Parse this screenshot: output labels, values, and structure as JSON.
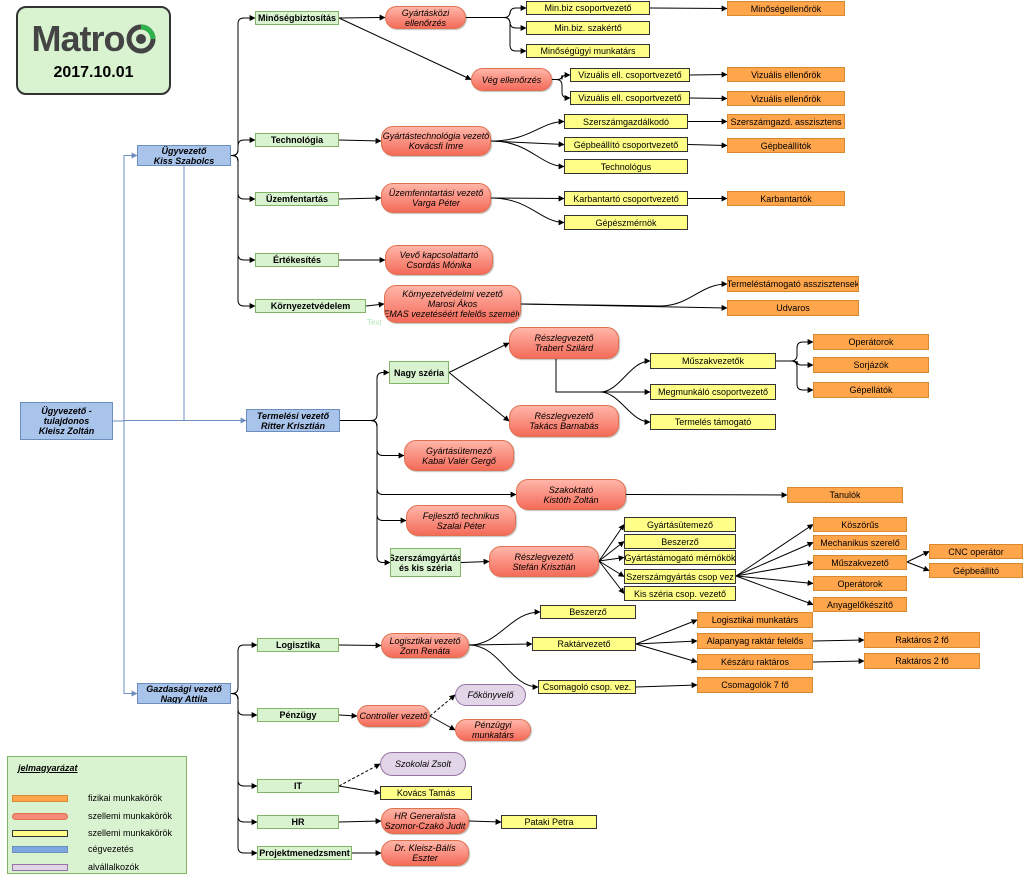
{
  "logo": {
    "brand": "Matro",
    "date": "2017.10.01"
  },
  "legend": {
    "title": "jelmagyarázat",
    "items": [
      {
        "label": "fizikai munkakörök",
        "swatch": "orange"
      },
      {
        "label": "szellemi munkakörök",
        "swatch": "pink"
      },
      {
        "label": "szellemi munkakörök",
        "swatch": "yellow"
      },
      {
        "label": "cégvezetés",
        "swatch": "blue"
      },
      {
        "label": "alvállalkozók",
        "swatch": "purple"
      }
    ]
  },
  "ghost_label": "Text",
  "colors": {
    "yellow": "#ffff88",
    "orange": "#ffa64d",
    "green": "#d9f2d0",
    "blue": "#a9c4eb",
    "pink": "#f46b5a",
    "purple": "#e1d5e7",
    "logo_accent": "#2db34a"
  },
  "nodes": {
    "ceo_owner": {
      "lines": [
        "Ügyvezető -",
        "tulajdonos",
        "Kleisz Zoltán"
      ]
    },
    "ceo": {
      "lines": [
        "Ügyvezető",
        "Kiss Szabolcs"
      ]
    },
    "prod_lead": {
      "lines": [
        "Termelési vezető",
        "Ritter Krisztián"
      ]
    },
    "fin_lead": {
      "lines": [
        "Gazdasági vezető",
        "Nagy Attila"
      ]
    },
    "qa": {
      "lines": [
        "Minőségbiztosítás"
      ]
    },
    "tech": {
      "lines": [
        "Technológia"
      ]
    },
    "maint": {
      "lines": [
        "Üzemfentartás"
      ]
    },
    "sales": {
      "lines": [
        "Értékesítés"
      ]
    },
    "env": {
      "lines": [
        "Környezetvédelem"
      ]
    },
    "qa_inproc": {
      "lines": [
        "Gyártásközi",
        "ellenőrzés"
      ]
    },
    "qa_final": {
      "lines": [
        "Vég ellenőrzés"
      ]
    },
    "qa_groupleader": {
      "lines": [
        "Min.biz csoportvezető"
      ]
    },
    "qa_expert": {
      "lines": [
        "Min.biz. szakértő"
      ]
    },
    "qa_staff": {
      "lines": [
        "Minőségügyi munkatárs"
      ]
    },
    "qa_inspectors": {
      "lines": [
        "Minőségellenőrök"
      ]
    },
    "vis_lead1": {
      "lines": [
        "Vizuális ell. csoportvezető"
      ]
    },
    "vis_lead2": {
      "lines": [
        "Vizuális ell. csoportvezető"
      ]
    },
    "vis_insp1": {
      "lines": [
        "Vizuális ellenőrök"
      ]
    },
    "vis_insp2": {
      "lines": [
        "Vizuális ellenőrök"
      ]
    },
    "tech_lead": {
      "lines": [
        "Gyártástechnológia vezető",
        "Kovácsfi Imre"
      ]
    },
    "tool_mgr": {
      "lines": [
        "Szerszámgazdálkodó"
      ]
    },
    "tool_asst": {
      "lines": [
        "Szerszámgazd. asszisztens"
      ]
    },
    "setup_lead": {
      "lines": [
        "Gépbeállító csoportvezető"
      ]
    },
    "setters": {
      "lines": [
        "Gépbeállítók"
      ]
    },
    "technologist": {
      "lines": [
        "Technológus"
      ]
    },
    "maint_lead": {
      "lines": [
        "Üzemfenntartási vezető",
        "Varga Péter"
      ]
    },
    "maint_group": {
      "lines": [
        "Karbantartó csoportvezető"
      ]
    },
    "maintainers": {
      "lines": [
        "Karbantartók"
      ]
    },
    "mech_eng": {
      "lines": [
        "Gépészmérnök"
      ]
    },
    "customer": {
      "lines": [
        "Vevő kapcsolattartó",
        "Csordás Mónika"
      ]
    },
    "env_lead": {
      "lines": [
        "Környezetvédelmi vezető",
        "Marosi Ákos",
        "EMAS vezetéséért felelős személy"
      ]
    },
    "prod_asst": {
      "lines": [
        "Termeléstámogató asszisztensek"
      ]
    },
    "cleaners": {
      "lines": [
        "Udvaros"
      ]
    },
    "big_series": {
      "lines": [
        "Nagy széria"
      ]
    },
    "dept_trabert": {
      "lines": [
        "Részlegvezető",
        "Trabert Szilárd"
      ]
    },
    "dept_takacs": {
      "lines": [
        "Részlegvezető",
        "Takács Barnabás"
      ]
    },
    "shift_leads": {
      "lines": [
        "Műszakvezetők"
      ]
    },
    "machining_lead": {
      "lines": [
        "Megmunkáló csoportvezető"
      ]
    },
    "prod_support": {
      "lines": [
        "Termelés támogató"
      ]
    },
    "operators": {
      "lines": [
        "Operátorok"
      ]
    },
    "line_workers": {
      "lines": [
        "Sorjázók"
      ]
    },
    "machine_setters": {
      "lines": [
        "Gépellátók"
      ]
    },
    "scheduler": {
      "lines": [
        "Gyártásütemező",
        "Kabai Valér Gergő"
      ]
    },
    "trainer": {
      "lines": [
        "Szakoktató",
        "Kistóth Zoltán"
      ]
    },
    "apprentices": {
      "lines": [
        "Tanulók"
      ]
    },
    "dev_tech": {
      "lines": [
        "Fejlesztő technikus",
        "Szalai Péter"
      ]
    },
    "tool_small": {
      "lines": [
        "Szerszámgyártás",
        "és kis széria"
      ]
    },
    "dept_stefan": {
      "lines": [
        "Részlegvezető",
        "Stefán Krisztián"
      ]
    },
    "ts_scheduler": {
      "lines": [
        "Gyártásütemező"
      ]
    },
    "ts_buyer": {
      "lines": [
        "Beszerző"
      ]
    },
    "ts_support_eng": {
      "lines": [
        "Gyártástámogató mérnökök"
      ]
    },
    "ts_tool_group": {
      "lines": [
        "Szerszámgyártás csop vez"
      ]
    },
    "ts_small_group": {
      "lines": [
        "Kis széria csop. vezető"
      ]
    },
    "grinders": {
      "lines": [
        "Köszörűs"
      ]
    },
    "mech_fitter": {
      "lines": [
        "Mechanikus szerelő"
      ]
    },
    "ts_shift_lead": {
      "lines": [
        "Műszakvezető"
      ]
    },
    "cnc_op": {
      "lines": [
        "CNC operátor"
      ]
    },
    "ts_setter": {
      "lines": [
        "Gépbeállító"
      ]
    },
    "ts_operators": {
      "lines": [
        "Operátorok"
      ]
    },
    "material_prep": {
      "lines": [
        "Anyagelőkészítő"
      ]
    },
    "logistics": {
      "lines": [
        "Logisztika"
      ]
    },
    "log_lead": {
      "lines": [
        "Logisztikai vezető",
        "Zorn Renáta"
      ]
    },
    "log_buyer": {
      "lines": [
        "Beszerző"
      ]
    },
    "warehouse_lead": {
      "lines": [
        "Raktárvezető"
      ]
    },
    "packing_lead": {
      "lines": [
        "Csomagoló csop. vez."
      ]
    },
    "log_staff": {
      "lines": [
        "Logisztikai munkatárs"
      ]
    },
    "raw_wh": {
      "lines": [
        "Alapanyag raktár felelős"
      ]
    },
    "fg_wh": {
      "lines": [
        "Készáru raktáros"
      ]
    },
    "wh_2a": {
      "lines": [
        "Raktáros 2 fő"
      ]
    },
    "wh_2b": {
      "lines": [
        "Raktáros 2 fő"
      ]
    },
    "packers": {
      "lines": [
        "Csomagolók 7 fő"
      ]
    },
    "finance": {
      "lines": [
        "Pénzügy"
      ]
    },
    "controller": {
      "lines": [
        "Controller vezető"
      ]
    },
    "chief_acct": {
      "lines": [
        "Főkönyvelő"
      ]
    },
    "fin_staff": {
      "lines": [
        "Pénzügyi",
        "munkatárs"
      ]
    },
    "it": {
      "lines": [
        "IT"
      ]
    },
    "it_contractor": {
      "lines": [
        "Szokolai Zsolt"
      ]
    },
    "it_staff": {
      "lines": [
        "Kovács Tamás"
      ]
    },
    "hr": {
      "lines": [
        "HR"
      ]
    },
    "hr_generalist": {
      "lines": [
        "HR Generalista",
        "Szomor-Czakó Judit"
      ]
    },
    "hr_pataki": {
      "lines": [
        "Pataki Petra"
      ]
    },
    "pm": {
      "lines": [
        "Projektmenedzsment"
      ]
    },
    "pm_lead": {
      "lines": [
        "Dr. Kleisz-Bálís",
        "Eszter"
      ]
    }
  }
}
